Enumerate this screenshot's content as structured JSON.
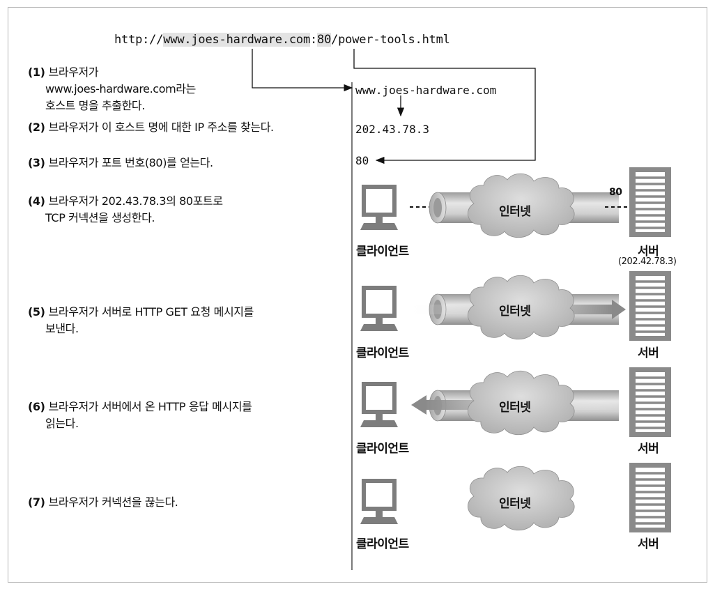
{
  "url": {
    "prefix": "http://",
    "host": "www.joes-hardware.com",
    "colon": ":",
    "port": "80",
    "path": "/power-tools.html"
  },
  "steps": [
    {
      "num": "(1)",
      "lines": [
        "브라우저가",
        "www.joes-hardware.com라는",
        "호스트 명을 추출한다."
      ]
    },
    {
      "num": "(2)",
      "lines": [
        "브라우저가 이 호스트 명에 대한 IP 주소를 찾는다."
      ]
    },
    {
      "num": "(3)",
      "lines": [
        "브라우저가 포트 번호(80)를 얻는다."
      ]
    },
    {
      "num": "(4)",
      "lines": [
        "브라우저가 202.43.78.3의 80포트로",
        "TCP 커넥션을 생성한다."
      ]
    },
    {
      "num": "(5)",
      "lines": [
        "브라우저가 서버로 HTTP GET 요청 메시지를",
        "보낸다."
      ]
    },
    {
      "num": "(6)",
      "lines": [
        "브라우저가 서버에서 온 HTTP 응답 메시지를",
        "읽는다."
      ]
    },
    {
      "num": "(7)",
      "lines": [
        "브라우저가 커넥션을 끊는다."
      ]
    }
  ],
  "results": {
    "hostname": "www.joes-hardware.com",
    "ip": "202.43.78.3",
    "port": "80"
  },
  "labels": {
    "client": "클라이언트",
    "server": "서버",
    "internet": "인터넷",
    "server_ip": "(202.42.78.3)",
    "server_port": "80"
  },
  "colors": {
    "device": "#8a8a8a",
    "pipe": "#c4c4c4",
    "cloud": "#c9c9c9",
    "arrow": "#9a9a9a"
  }
}
